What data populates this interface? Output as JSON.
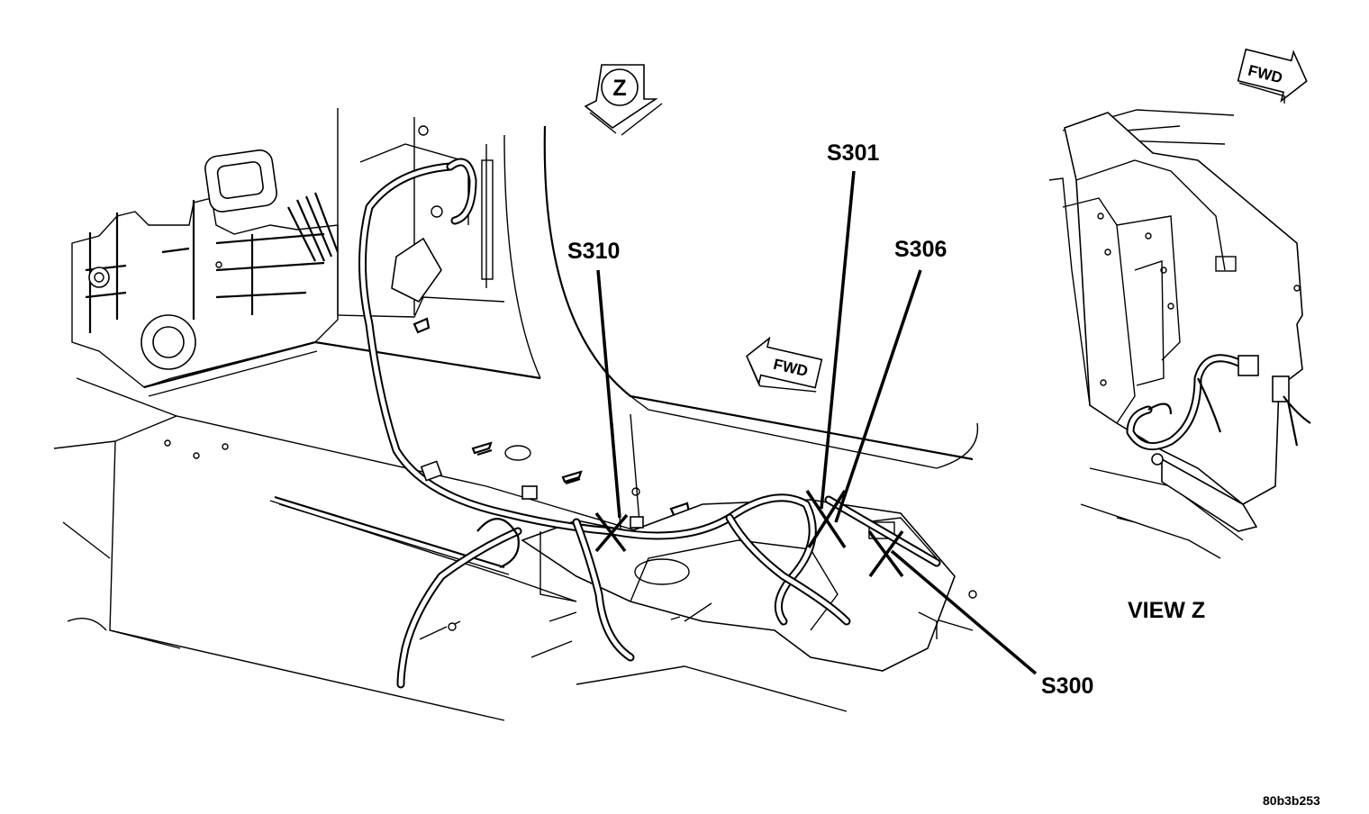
{
  "labels": {
    "s310": "S310",
    "s301": "S301",
    "s306": "S306",
    "s300": "S300",
    "view_title": "VIEW Z",
    "view_marker": "Z",
    "fwd_main": "FWD",
    "fwd_view": "FWD",
    "figure_id": "80b3b253"
  }
}
